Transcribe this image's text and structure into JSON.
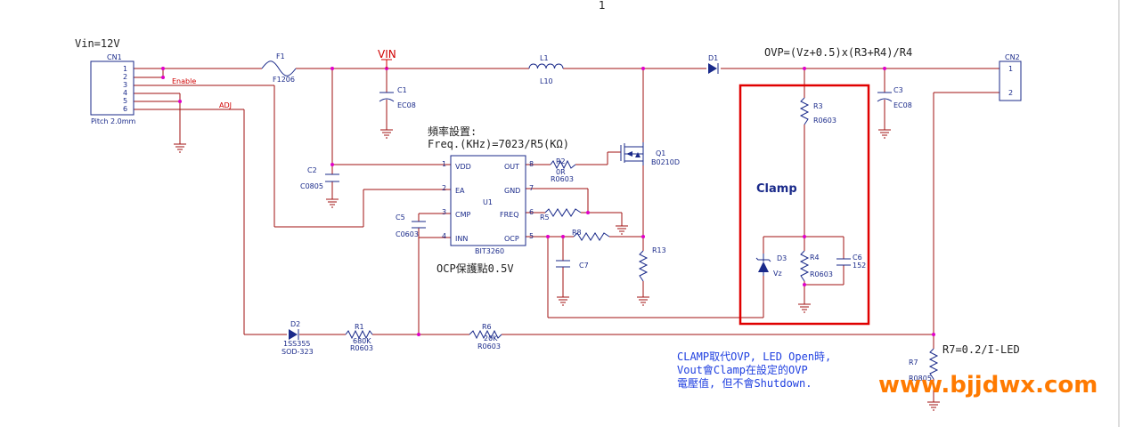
{
  "page_number": "1",
  "labels": {
    "vin_supply": "Vin=12V",
    "vin_net": "VIN",
    "ovp_formula": "OVP=(Vz+0.5)x(R3+R4)/R4",
    "freq_title": "頻率設置:",
    "freq_formula": "Freq.(KHz)=7023/R5(KΩ)",
    "ocp_note": "OCP保護點0.5V",
    "clamp": "Clamp",
    "r7_formula": "R7=0.2/I-LED",
    "note_line1": "CLAMP取代OVP, LED Open時,",
    "note_line2": "Vout會Clamp在設定的OVP",
    "note_line3": "電壓值, 但不會Shutdown.",
    "watermark": "www.bjjdwx.com"
  },
  "connectors": {
    "cn1": {
      "ref": "CN1",
      "pitch": "Pitch 2.0mm",
      "pins": [
        "1",
        "2",
        "3",
        "4",
        "5",
        "6"
      ]
    },
    "cn2": {
      "ref": "CN2",
      "pins": [
        "1",
        "2"
      ]
    }
  },
  "nets": {
    "enable": "Enable",
    "adj": "ADJ"
  },
  "ic": {
    "ref": "U1",
    "part": "BIT3260",
    "pins_left": [
      {
        "num": "1",
        "name": "VDD"
      },
      {
        "num": "2",
        "name": "EA"
      },
      {
        "num": "3",
        "name": "CMP"
      },
      {
        "num": "4",
        "name": "INN"
      }
    ],
    "pins_right": [
      {
        "num": "8",
        "name": "OUT"
      },
      {
        "num": "7",
        "name": "GND"
      },
      {
        "num": "6",
        "name": "FREQ"
      },
      {
        "num": "5",
        "name": "OCP"
      }
    ]
  },
  "components": {
    "F1": {
      "ref": "F1",
      "value": "F1206"
    },
    "L1": {
      "ref": "L1",
      "value": "L10"
    },
    "D1": {
      "ref": "D1"
    },
    "C1": {
      "ref": "C1",
      "value": "EC08"
    },
    "C2": {
      "ref": "C2",
      "value": "C0805"
    },
    "C3": {
      "ref": "C3",
      "value": "EC08"
    },
    "C5": {
      "ref": "C5",
      "value": "C0603"
    },
    "C6": {
      "ref": "C6",
      "value": "152"
    },
    "C7": {
      "ref": "C7"
    },
    "Q1": {
      "ref": "Q1",
      "value": "B0210D"
    },
    "R2": {
      "ref": "R2",
      "value": "0R",
      "package": "R0603"
    },
    "R3": {
      "ref": "R3",
      "value": "R0603"
    },
    "R4": {
      "ref": "R4",
      "value": "R0603"
    },
    "R5": {
      "ref": "R5"
    },
    "R6": {
      "ref": "R6",
      "value": "20K",
      "package": "R0603"
    },
    "R8": {
      "ref": "R8"
    },
    "R13": {
      "ref": "R13"
    },
    "R1": {
      "ref": "R1",
      "value": "680K",
      "package": "R0603"
    },
    "D2": {
      "ref": "D2",
      "value": "1SS355",
      "package": "SOD-323"
    },
    "D3": {
      "ref": "D3",
      "value": "Vz"
    },
    "R7": {
      "ref": "R7",
      "value": "R0805"
    }
  },
  "colors": {
    "wire": "#a01010",
    "symbol": "#1a2a8a",
    "junction": "#e000c8",
    "highlight_box": "#e00000",
    "note_text": "#2040e0",
    "watermark": "#ff7a00"
  }
}
